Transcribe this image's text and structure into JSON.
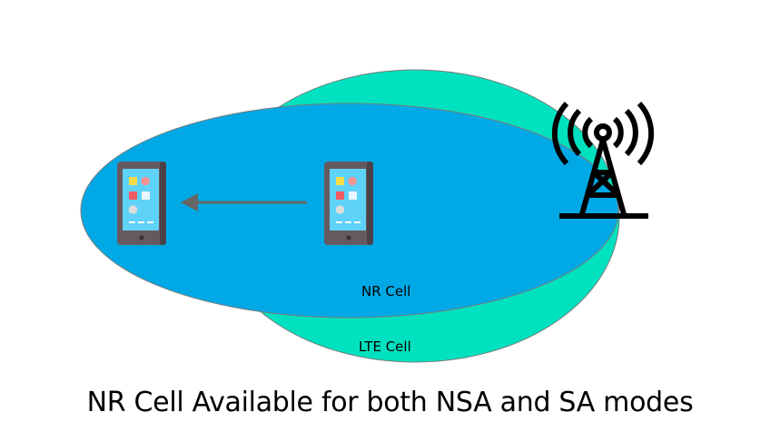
{
  "cells": {
    "lte": {
      "label": "LTE Cell",
      "color": "#00e1bf"
    },
    "nr": {
      "label": "NR Cell",
      "color": "#00a9e6"
    }
  },
  "devices": [
    {
      "name": "target-phone",
      "icon": "smartphone-icon"
    },
    {
      "name": "source-phone",
      "icon": "smartphone-icon"
    }
  ],
  "movement": {
    "direction": "left",
    "icon": "arrow-left-icon",
    "color": "#666666"
  },
  "tower": {
    "icon": "cell-tower-icon"
  },
  "caption": "NR Cell Available for both NSA and SA modes"
}
